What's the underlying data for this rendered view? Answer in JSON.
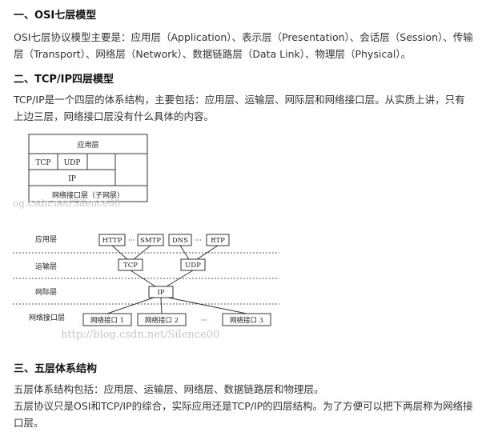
{
  "sections": [
    {
      "heading": "一、OSI七层模型",
      "body": "OSI七层协议模型主要是：应用层（Application）、表示层（Presentation）、会话层（Session）、传输层（Transport）、网络层（Network）、数据链路层（Data Link）、物理层（Physical）。"
    },
    {
      "heading": "二、TCP/IP四层模型",
      "body": "TCP/IP是一个四层的体系结构，主要包括：应用层、运输层、网际层和网络接口层。从实质上讲，只有上边三层，网络接口层没有什么具体的内容。"
    },
    {
      "heading": "三、五层体系结构",
      "body1": "五层体系结构包括：应用层、运输层、网络层、数据链路层和物理层。",
      "body2": "五层协议只是OSI和TCP/IP的综合，实际应用还是TCP/IP的四层结构。为了方便可以把下两层称为网络接口层。"
    }
  ],
  "figure1": {
    "app_layer": "应用层",
    "tcp": "TCP",
    "udp": "UDP",
    "ip": "IP",
    "netif": "网络接口层（子网层）",
    "watermark": "og.csdn.net/Silence00"
  },
  "figure2": {
    "layer_app": "应用层",
    "layer_transport": "运输层",
    "layer_internet": "网际层",
    "layer_netif": "网络接口层",
    "http": "HTTP",
    "smtp": "SMTP",
    "dns": "DNS",
    "rtp": "RTP",
    "dots": "···",
    "tcp": "TCP",
    "udp": "UDP",
    "ip": "IP",
    "if1": "网络接口 1",
    "if2": "网络接口 2",
    "if3": "网络接口 3",
    "watermark": "http://blog.csdn.net/Silence00"
  }
}
